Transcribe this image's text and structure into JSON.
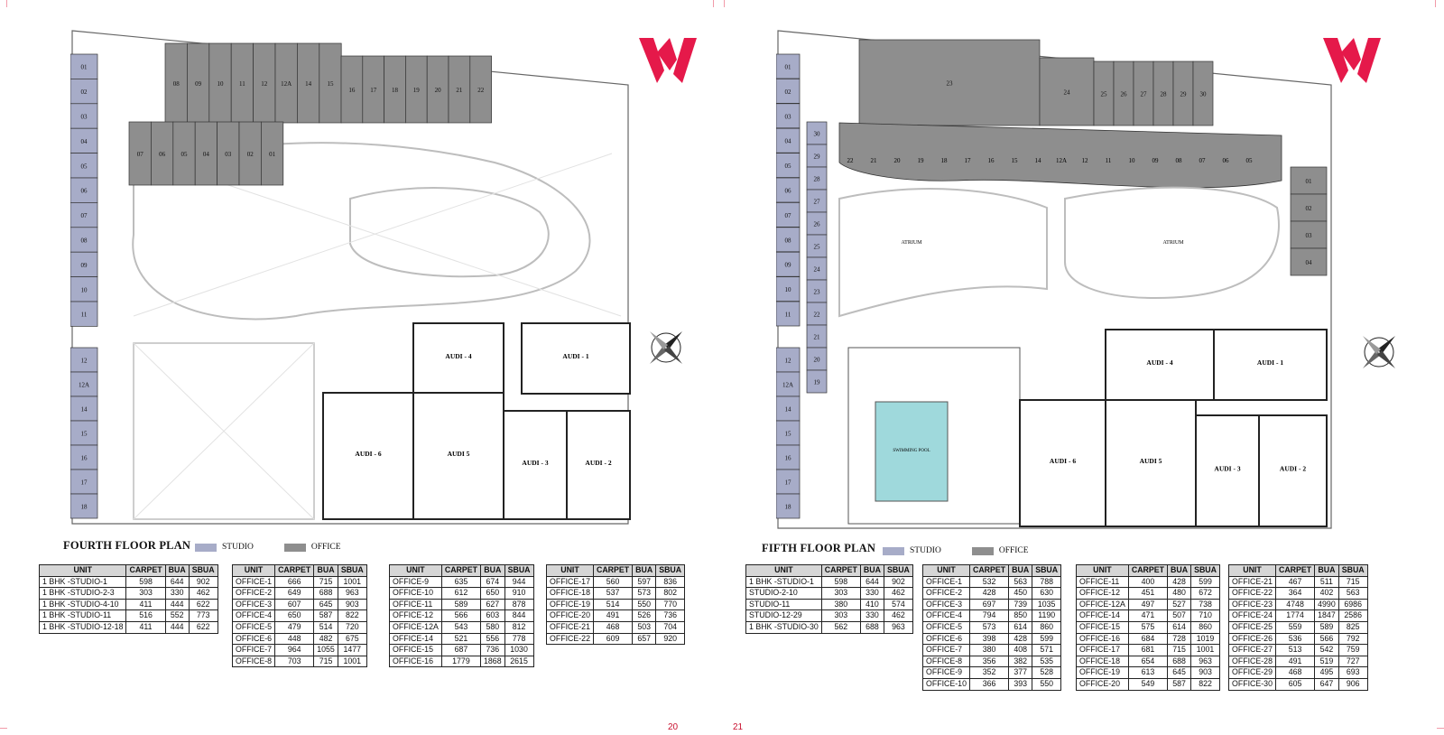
{
  "brand": {
    "logo": "w-logo",
    "accent": "#e5194a"
  },
  "colors": {
    "studio": "#a7acc8",
    "office": "#8e8e8e",
    "plan_line": "#bdbdbd",
    "pool": "#9fd9dc"
  },
  "left": {
    "title": "FOURTH FLOOR PLAN",
    "legend": {
      "studio": "STUDIO",
      "office": "OFFICE"
    },
    "page_number": "20",
    "plan_labels": {
      "studios": [
        "01",
        "02",
        "03",
        "04",
        "05",
        "06",
        "07",
        "08",
        "09",
        "10",
        "11",
        "12",
        "12A",
        "14",
        "15",
        "16",
        "17",
        "18"
      ],
      "offices_top": [
        "08",
        "09",
        "10",
        "11",
        "12",
        "12A",
        "14",
        "15",
        "16",
        "17",
        "18",
        "19",
        "20",
        "21",
        "22"
      ],
      "offices_inner": [
        "07",
        "06",
        "05",
        "04",
        "03",
        "02",
        "01"
      ],
      "audis_top": [
        "AUDI - 4",
        "AUDI - 1"
      ],
      "audis_bottom": [
        "AUDI - 6",
        "AUDI 5",
        "AUDI - 3",
        "AUDI - 2"
      ]
    },
    "tables": [
      {
        "headers": [
          "UNIT",
          "CARPET",
          "BUA",
          "SBUA"
        ],
        "rows": [
          [
            "1 BHK -STUDIO-1",
            "598",
            "644",
            "902"
          ],
          [
            "1 BHK -STUDIO-2-3",
            "303",
            "330",
            "462"
          ],
          [
            "1 BHK -STUDIO-4-10",
            "411",
            "444",
            "622"
          ],
          [
            "1 BHK -STUDIO-11",
            "516",
            "552",
            "773"
          ],
          [
            "1 BHK -STUDIO-12-18",
            "411",
            "444",
            "622"
          ]
        ]
      },
      {
        "headers": [
          "UNIT",
          "CARPET",
          "BUA",
          "SBUA"
        ],
        "rows": [
          [
            "OFFICE-1",
            "666",
            "715",
            "1001"
          ],
          [
            "OFFICE-2",
            "649",
            "688",
            "963"
          ],
          [
            "OFFICE-3",
            "607",
            "645",
            "903"
          ],
          [
            "OFFICE-4",
            "650",
            "587",
            "822"
          ],
          [
            "OFFICE-5",
            "479",
            "514",
            "720"
          ],
          [
            "OFFICE-6",
            "448",
            "482",
            "675"
          ],
          [
            "OFFICE-7",
            "964",
            "1055",
            "1477"
          ],
          [
            "OFFICE-8",
            "703",
            "715",
            "1001"
          ]
        ]
      },
      {
        "headers": [
          "UNIT",
          "CARPET",
          "BUA",
          "SBUA"
        ],
        "rows": [
          [
            "OFFICE-9",
            "635",
            "674",
            "944"
          ],
          [
            "OFFICE-10",
            "612",
            "650",
            "910"
          ],
          [
            "OFFICE-11",
            "589",
            "627",
            "878"
          ],
          [
            "OFFICE-12",
            "566",
            "603",
            "844"
          ],
          [
            "OFFICE-12A",
            "543",
            "580",
            "812"
          ],
          [
            "OFFICE-14",
            "521",
            "556",
            "778"
          ],
          [
            "OFFICE-15",
            "687",
            "736",
            "1030"
          ],
          [
            "OFFICE-16",
            "1779",
            "1868",
            "2615"
          ]
        ]
      },
      {
        "headers": [
          "UNIT",
          "CARPET",
          "BUA",
          "SBUA"
        ],
        "rows": [
          [
            "OFFICE-17",
            "560",
            "597",
            "836"
          ],
          [
            "OFFICE-18",
            "537",
            "573",
            "802"
          ],
          [
            "OFFICE-19",
            "514",
            "550",
            "770"
          ],
          [
            "OFFICE-20",
            "491",
            "526",
            "736"
          ],
          [
            "OFFICE-21",
            "468",
            "503",
            "704"
          ],
          [
            "OFFICE-22",
            "609",
            "657",
            "920"
          ]
        ]
      }
    ]
  },
  "right": {
    "title": "FIFTH FLOOR PLAN",
    "legend": {
      "studio": "STUDIO",
      "office": "OFFICE"
    },
    "page_number": "21",
    "plan_labels": {
      "studios": [
        "01",
        "02",
        "03",
        "04",
        "05",
        "06",
        "07",
        "08",
        "09",
        "10",
        "11",
        "12",
        "12A",
        "14",
        "15",
        "16",
        "17",
        "18"
      ],
      "studios_inner": [
        "30",
        "29",
        "28",
        "27",
        "26",
        "25",
        "24",
        "23",
        "22",
        "21",
        "20",
        "19"
      ],
      "offices_top": [
        "23",
        "24",
        "25",
        "26",
        "27",
        "28",
        "29",
        "30"
      ],
      "offices_curve": [
        "22",
        "21",
        "20",
        "19",
        "18",
        "17",
        "16",
        "15",
        "14",
        "12A",
        "12",
        "11",
        "10",
        "09",
        "08",
        "07",
        "06",
        "05"
      ],
      "offices_east": [
        "01",
        "02",
        "03",
        "04"
      ],
      "atriums": [
        "ATRIUM",
        "ATRIUM"
      ],
      "pool": "SWIMMING POOL",
      "audis_top": [
        "AUDI - 4",
        "AUDI - 1"
      ],
      "audis_bottom": [
        "AUDI - 6",
        "AUDI 5",
        "AUDI - 3",
        "AUDI - 2"
      ]
    },
    "tables": [
      {
        "headers": [
          "UNIT",
          "CARPET",
          "BUA",
          "SBUA"
        ],
        "rows": [
          [
            "1 BHK -STUDIO-1",
            "598",
            "644",
            "902"
          ],
          [
            "STUDIO-2-10",
            "303",
            "330",
            "462"
          ],
          [
            "STUDIO-11",
            "380",
            "410",
            "574"
          ],
          [
            "STUDIO-12-29",
            "303",
            "330",
            "462"
          ],
          [
            "1 BHK -STUDIO-30",
            "562",
            "688",
            "963"
          ]
        ]
      },
      {
        "headers": [
          "UNIT",
          "CARPET",
          "BUA",
          "SBUA"
        ],
        "rows": [
          [
            "OFFICE-1",
            "532",
            "563",
            "788"
          ],
          [
            "OFFICE-2",
            "428",
            "450",
            "630"
          ],
          [
            "OFFICE-3",
            "697",
            "739",
            "1035"
          ],
          [
            "OFFICE-4",
            "794",
            "850",
            "1190"
          ],
          [
            "OFFICE-5",
            "573",
            "614",
            "860"
          ],
          [
            "OFFICE-6",
            "398",
            "428",
            "599"
          ],
          [
            "OFFICE-7",
            "380",
            "408",
            "571"
          ],
          [
            "OFFICE-8",
            "356",
            "382",
            "535"
          ],
          [
            "OFFICE-9",
            "352",
            "377",
            "528"
          ],
          [
            "OFFICE-10",
            "366",
            "393",
            "550"
          ]
        ]
      },
      {
        "headers": [
          "UNIT",
          "CARPET",
          "BUA",
          "SBUA"
        ],
        "rows": [
          [
            "OFFICE-11",
            "400",
            "428",
            "599"
          ],
          [
            "OFFICE-12",
            "451",
            "480",
            "672"
          ],
          [
            "OFFICE-12A",
            "497",
            "527",
            "738"
          ],
          [
            "OFFICE-14",
            "471",
            "507",
            "710"
          ],
          [
            "OFFICE-15",
            "575",
            "614",
            "860"
          ],
          [
            "OFFICE-16",
            "684",
            "728",
            "1019"
          ],
          [
            "OFFICE-17",
            "681",
            "715",
            "1001"
          ],
          [
            "OFFICE-18",
            "654",
            "688",
            "963"
          ],
          [
            "OFFICE-19",
            "613",
            "645",
            "903"
          ],
          [
            "OFFICE-20",
            "549",
            "587",
            "822"
          ]
        ]
      },
      {
        "headers": [
          "UNIT",
          "CARPET",
          "BUA",
          "SBUA"
        ],
        "rows": [
          [
            "OFFICE-21",
            "467",
            "511",
            "715"
          ],
          [
            "OFFICE-22",
            "364",
            "402",
            "563"
          ],
          [
            "OFFICE-23",
            "4748",
            "4990",
            "6986"
          ],
          [
            "OFFICE-24",
            "1774",
            "1847",
            "2586"
          ],
          [
            "OFFICE-25",
            "559",
            "589",
            "825"
          ],
          [
            "OFFICE-26",
            "536",
            "566",
            "792"
          ],
          [
            "OFFICE-27",
            "513",
            "542",
            "759"
          ],
          [
            "OFFICE-28",
            "491",
            "519",
            "727"
          ],
          [
            "OFFICE-29",
            "468",
            "495",
            "693"
          ],
          [
            "OFFICE-30",
            "605",
            "647",
            "906"
          ]
        ]
      }
    ]
  }
}
